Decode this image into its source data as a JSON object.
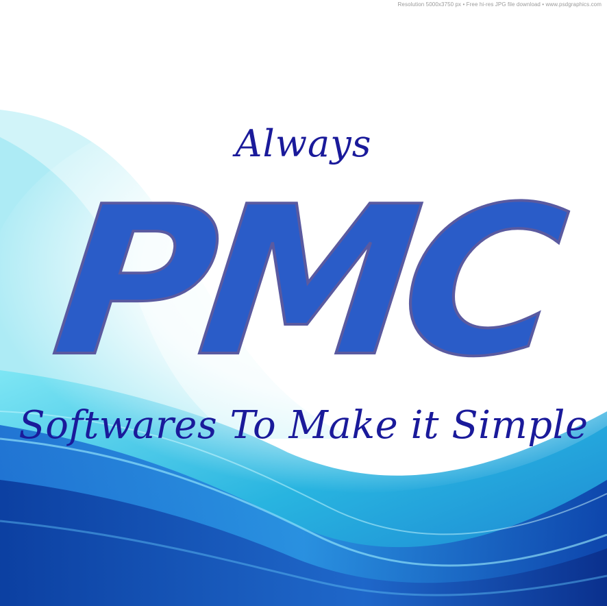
{
  "watermark": "Resolution 5000x3750 px  •  Free hi-res JPG file download  •  www.psdgraphics.com",
  "tagline_top": "Always",
  "logo": "PMC",
  "tagline_bottom": "Softwares To Make it Simple",
  "colors": {
    "logo_fill": "#2a5cc8",
    "logo_outline": "#5a5aa0",
    "tagline_text": "#1a1a9a",
    "wave_light": "#6fe0f0",
    "wave_dark": "#0a3c9c"
  }
}
